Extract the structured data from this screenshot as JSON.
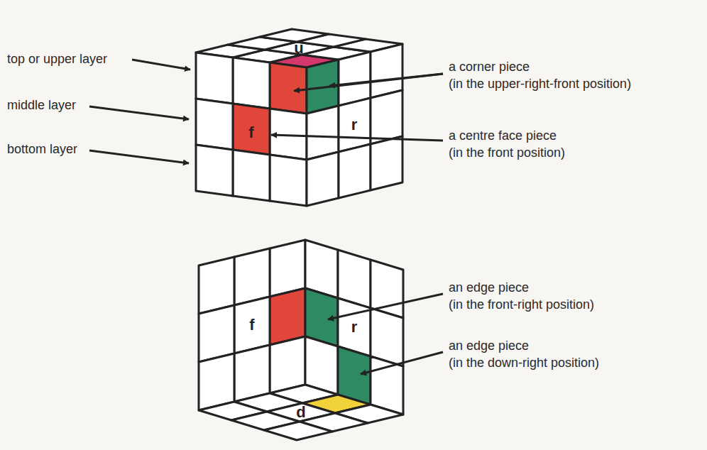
{
  "diagram": {
    "labels": [
      "top or upper layer",
      "middle layer",
      "bottom layer",
      "u",
      "a corner piece",
      "(in the upper-right-front position)",
      "f",
      "r",
      "a centre face piece",
      "(in the front position)",
      "an edge piece",
      "(in the front-right position)",
      "f",
      "r",
      "an edge piece",
      "(in the down-right position)",
      "d"
    ]
  }
}
